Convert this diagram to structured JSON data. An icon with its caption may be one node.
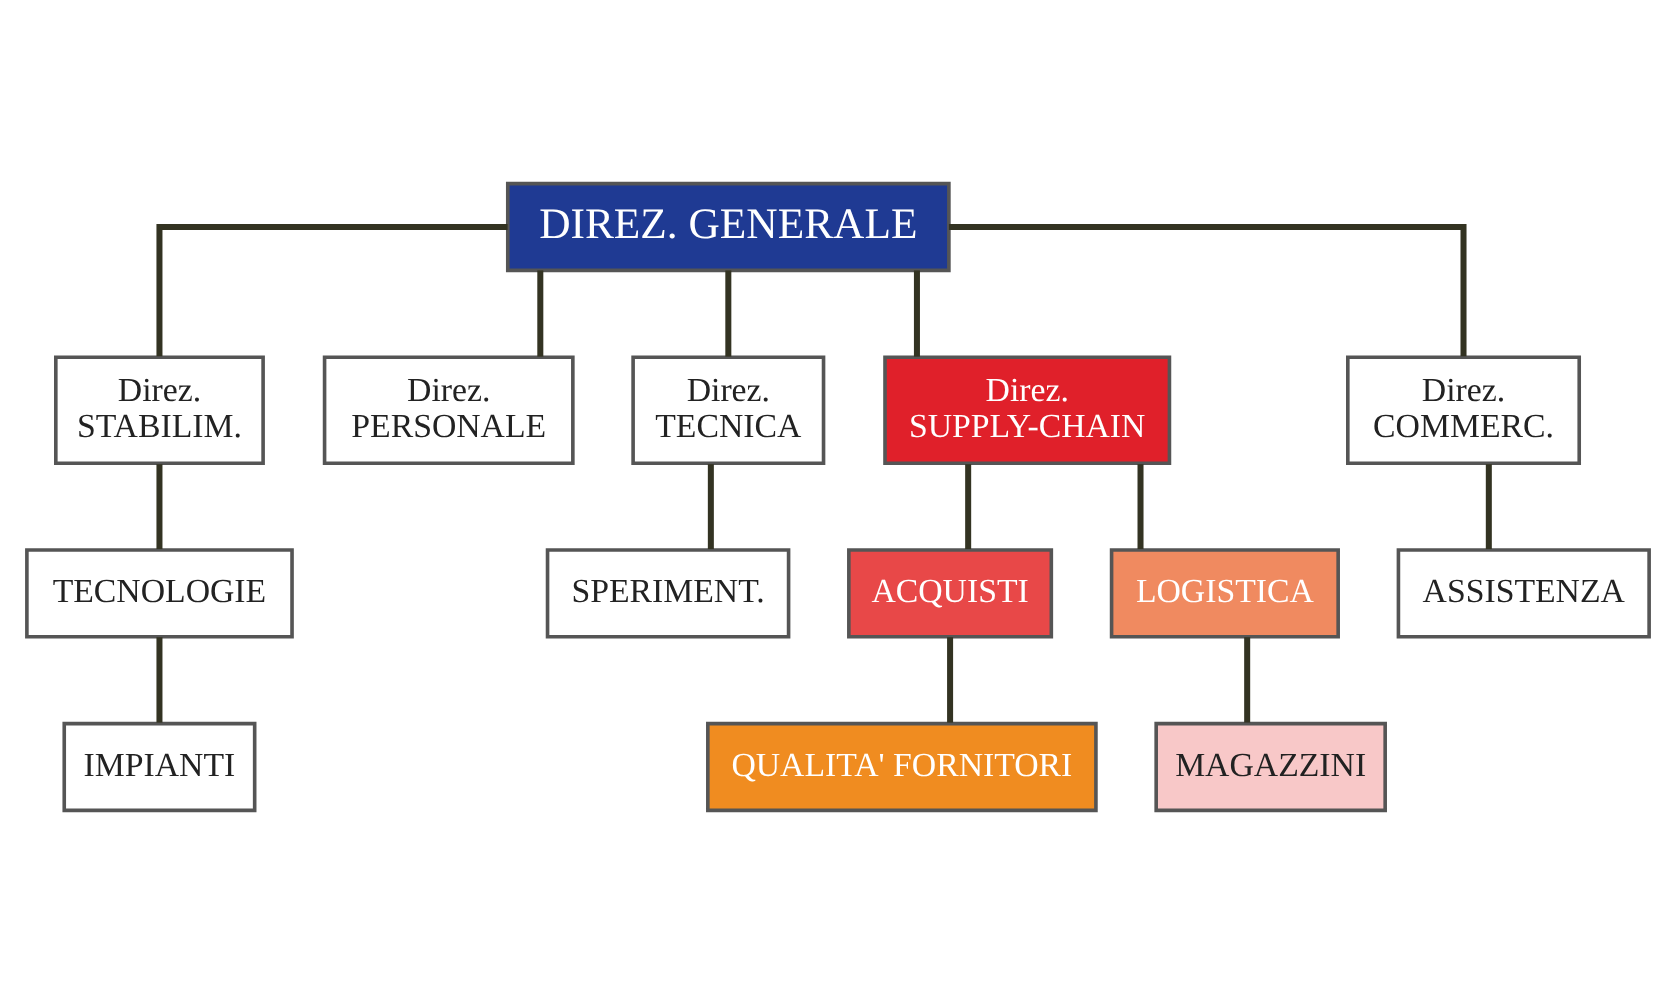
{
  "diagram": {
    "nodes": [
      {
        "text": [
          "DIREZ. GENERALE"
        ]
      },
      {
        "text": [
          "Direz.",
          "STABILIM."
        ]
      },
      {
        "text": [
          "Direz.",
          "PERSONALE"
        ]
      },
      {
        "text": [
          "Direz.",
          "TECNICA"
        ]
      },
      {
        "text": [
          "Direz.",
          "SUPPLY-CHAIN"
        ]
      },
      {
        "text": [
          "Direz.",
          "COMMERC."
        ]
      },
      {
        "text": [
          "TECNOLOGIE"
        ]
      },
      {
        "text": [
          "SPERIMENT."
        ]
      },
      {
        "text": [
          "ASSISTENZA"
        ]
      },
      {
        "text": [
          "IMPIANTI"
        ]
      },
      {
        "text": [
          "ACQUISTI"
        ]
      },
      {
        "text": [
          "LOGISTICA"
        ]
      },
      {
        "text": [
          "QUALITA' FORNITORI"
        ]
      },
      {
        "text": [
          "MAGAZZINI"
        ]
      }
    ],
    "edges": [
      {
        "from": 0,
        "to": 1,
        "arrow": "none"
      },
      {
        "from": 0,
        "to": 2,
        "arrow": "none"
      },
      {
        "from": 0,
        "to": 3,
        "arrow": "none"
      },
      {
        "from": 0,
        "to": 4,
        "arrow": "none"
      },
      {
        "from": 0,
        "to": 5,
        "arrow": "none"
      },
      {
        "from": 1,
        "to": 6,
        "arrow": "none"
      },
      {
        "from": 6,
        "to": 9,
        "arrow": "none"
      },
      {
        "from": 3,
        "to": 7,
        "arrow": "none"
      },
      {
        "from": 5,
        "to": 8,
        "arrow": "none"
      },
      {
        "from": 4,
        "to": 10,
        "arrow": "none"
      },
      {
        "from": 4,
        "to": 11,
        "arrow": "none"
      },
      {
        "from": 10,
        "to": 12,
        "arrow": "none"
      },
      {
        "from": 11,
        "to": 13,
        "arrow": "none"
      }
    ]
  }
}
